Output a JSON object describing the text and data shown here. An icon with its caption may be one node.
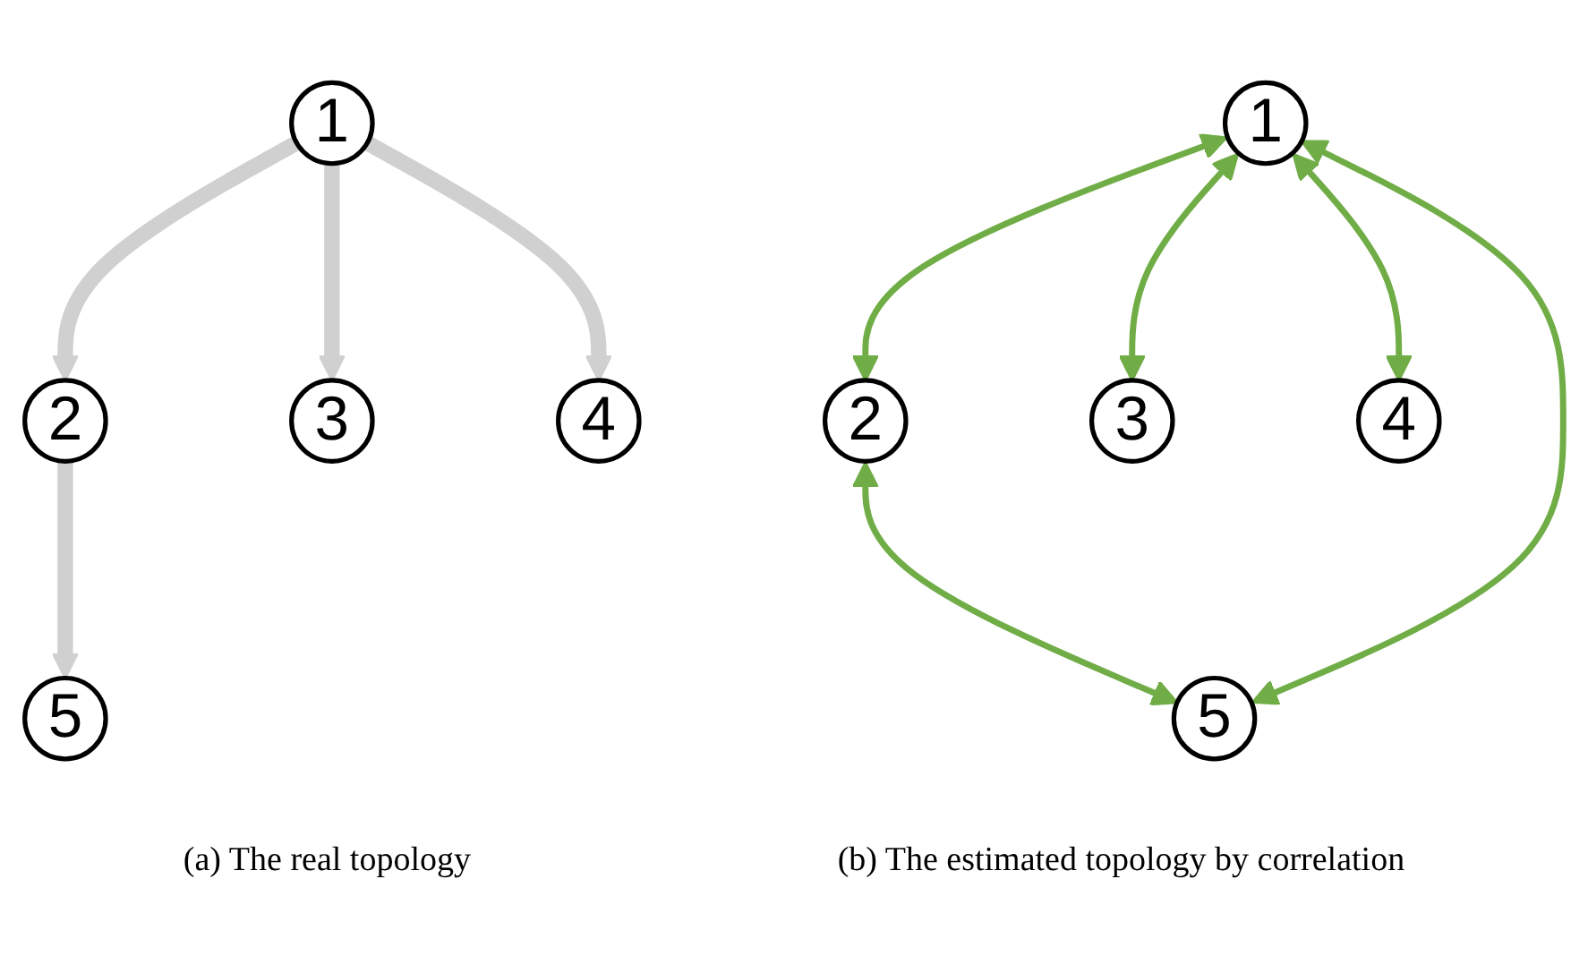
{
  "diagram": {
    "nodes": [
      {
        "text": [
          "1"
        ]
      },
      {
        "text": [
          "2"
        ]
      },
      {
        "text": [
          "3"
        ]
      },
      {
        "text": [
          "4"
        ]
      },
      {
        "text": [
          "5"
        ]
      },
      {
        "text": [
          "1"
        ]
      },
      {
        "text": [
          "2"
        ]
      },
      {
        "text": [
          "3"
        ]
      },
      {
        "text": [
          "4"
        ]
      },
      {
        "text": [
          "5"
        ]
      }
    ],
    "edges": [
      {
        "from": 0,
        "to": 1,
        "arrow": "to",
        "style": "thick",
        "color": "#d0d0d0"
      },
      {
        "from": 0,
        "to": 2,
        "arrow": "to",
        "style": "thick",
        "color": "#d0d0d0"
      },
      {
        "from": 0,
        "to": 3,
        "arrow": "to",
        "style": "thick",
        "color": "#d0d0d0"
      },
      {
        "from": 1,
        "to": 4,
        "arrow": "to",
        "style": "thick",
        "color": "#d0d0d0"
      },
      {
        "from": 5,
        "to": 6,
        "arrow": "both",
        "color": "#70ad47"
      },
      {
        "from": 5,
        "to": 7,
        "arrow": "both",
        "color": "#70ad47"
      },
      {
        "from": 5,
        "to": 8,
        "arrow": "both",
        "color": "#70ad47"
      },
      {
        "from": 6,
        "to": 9,
        "arrow": "both",
        "color": "#70ad47"
      },
      {
        "from": 9,
        "to": 5,
        "arrow": "both",
        "color": "#70ad47"
      }
    ],
    "labels": [
      "(a) The real topology",
      "(b) The estimated topology by correlation"
    ]
  }
}
